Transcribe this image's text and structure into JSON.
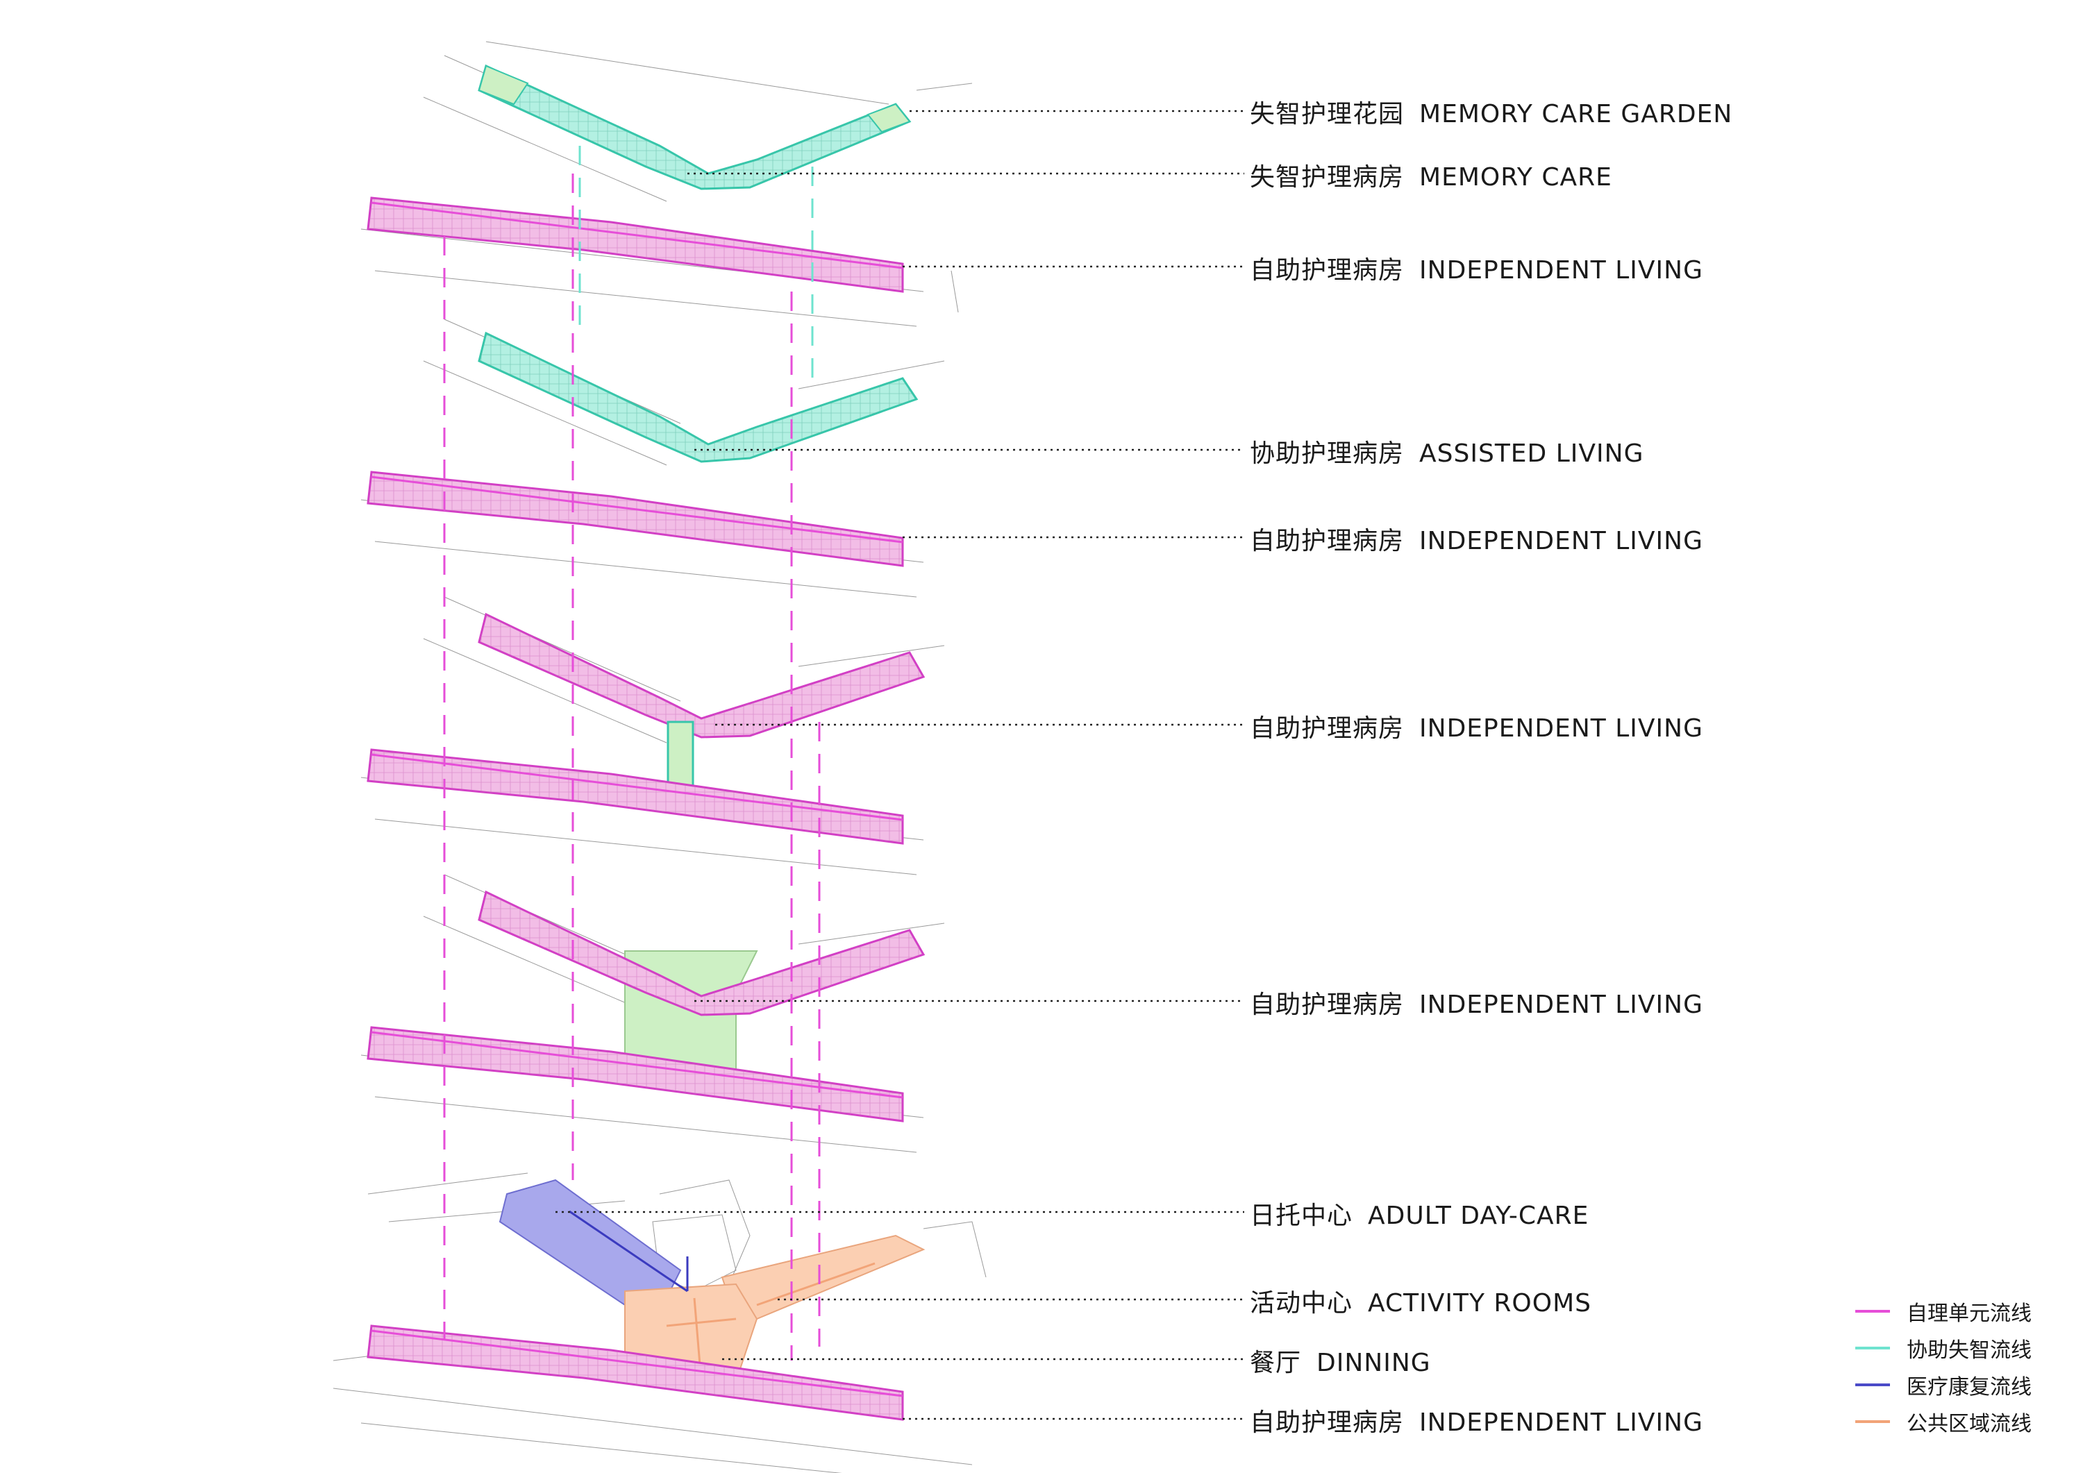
{
  "labels": [
    {
      "id": "memory-care-garden",
      "zh": "失智护理花园",
      "en": "MEMORY CARE GARDEN"
    },
    {
      "id": "memory-care",
      "zh": "失智护理病房",
      "en": "MEMORY CARE"
    },
    {
      "id": "independent-living-5",
      "zh": "自助护理病房",
      "en": "INDEPENDENT LIVING"
    },
    {
      "id": "assisted-living",
      "zh": "协助护理病房",
      "en": "ASSISTED LIVING"
    },
    {
      "id": "independent-living-4",
      "zh": "自助护理病房",
      "en": "INDEPENDENT LIVING"
    },
    {
      "id": "independent-living-3",
      "zh": "自助护理病房",
      "en": "INDEPENDENT LIVING"
    },
    {
      "id": "independent-living-2",
      "zh": "自助护理病房",
      "en": "INDEPENDENT LIVING"
    },
    {
      "id": "adult-day-care",
      "zh": "日托中心",
      "en": "ADULT DAY-CARE"
    },
    {
      "id": "activity-rooms",
      "zh": "活动中心",
      "en": "ACTIVITY ROOMS"
    },
    {
      "id": "dinning",
      "zh": "餐厅",
      "en": "DINNING"
    },
    {
      "id": "independent-living-1",
      "zh": "自助护理病房",
      "en": "INDEPENDENT LIVING"
    }
  ],
  "legend": [
    {
      "label": "自理单元流线",
      "color": "#e64ed8"
    },
    {
      "label": "协助失智流线",
      "color": "#6fe3cf"
    },
    {
      "label": "医疗康复流线",
      "color": "#4b4bc8"
    },
    {
      "label": "公共区域流线",
      "color": "#f2a478"
    }
  ],
  "colors": {
    "independent": "#f2bde6",
    "independent_stroke": "#d23fc5",
    "memory_care": "#b3f0e2",
    "memory_stroke": "#37c6aa",
    "garden": "#cdf0c4",
    "day_care": "#a8a8ec",
    "public": "#fbcfb2",
    "circulation_pink": "#e64ed8",
    "circulation_teal": "#6fe3cf"
  }
}
